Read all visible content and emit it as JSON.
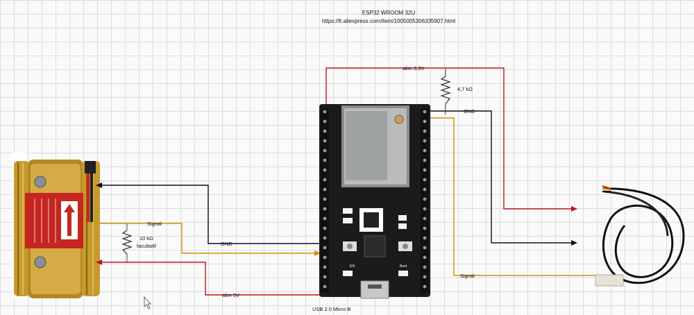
{
  "diagram": {
    "title": "ESP32 WROOM 32U",
    "url": "https://fr.aliexpress.com/item/1005005306335907.html",
    "usb_label": "USB 2.0 Micro B",
    "labels": {
      "alim_33v": "alim 3,3V",
      "resistor_47k": "4,7 kΩ",
      "gnd_right": "GND",
      "gnd_left": "GND",
      "signal_left": "Signal",
      "signal_right": "Signal",
      "resistor_10k": "10 kΩ",
      "facultatif": "facultatif",
      "alim_5v": "alim 5V",
      "en_button": "EN",
      "boot_button": "Boot"
    }
  }
}
